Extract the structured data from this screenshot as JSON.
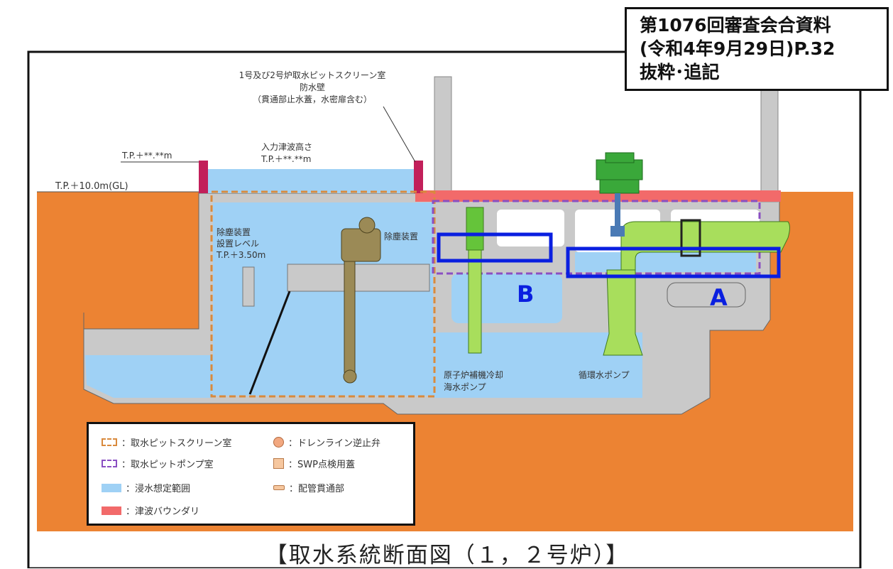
{
  "ref_box": {
    "line1": "第1076回審査会合資料",
    "line2": "(令和4年9月29日)P.32",
    "line3": "抜粋･追記"
  },
  "labels": {
    "wall_line1": "1号及び2号炉取水ピットスクリーン室",
    "wall_line2": "防水壁",
    "wall_line3": "（貫通部止水蓋，水密扉含む）",
    "tp_left": "T.P.＋**.**m",
    "tsunami_height_line1": "入力津波高さ",
    "tsunami_height_line2": "T.P.＋**.**m",
    "gl": "T.P.＋10.0m(GL)",
    "dust_level_line1": "除塵装置",
    "dust_level_line2": "設置レベル",
    "dust_level_line3": "T.P.＋3.50m",
    "dust_device": "除塵装置",
    "marker_b": "B",
    "marker_a": "A",
    "pump_reactor_line1": "原子炉補機冷却",
    "pump_reactor_line2": "海水ポンプ",
    "pump_circulating": "循環水ポンプ"
  },
  "legend": [
    {
      "icon": "orange-dashed-box",
      "label": "：取水ピットスクリーン室"
    },
    {
      "icon": "orange-circle",
      "label": "：ドレンライン逆止弁"
    },
    {
      "icon": "purple-dashed-box",
      "label": "：取水ピットポンプ室"
    },
    {
      "icon": "orange-square",
      "label": "：SWP点検用蓋"
    },
    {
      "icon": "blue-fill",
      "label": "：浸水想定範囲"
    },
    {
      "icon": "pipe-penetration",
      "label": "：配管貫通部"
    },
    {
      "icon": "red-fill",
      "label": "：津波バウンダリ"
    }
  ],
  "caption": "【取水系統断面図（１，２号炉）】",
  "colors": {
    "soil": "#ec8333",
    "concrete": "#c9c9c9",
    "water": "#9fd1f5",
    "boundary": "#f26a6a",
    "pump_green": "#a8de5c",
    "motor_green": "#3aa83a",
    "highlight_blue": "#0a1fe0"
  }
}
